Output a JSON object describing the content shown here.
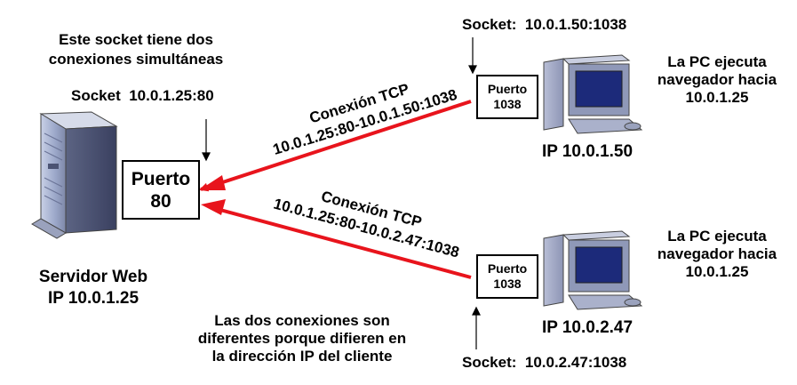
{
  "server": {
    "note_line1": "Este socket tiene dos",
    "note_line2": "conexiones simultáneas",
    "socket_label": "Socket",
    "socket_value": "10.0.1.25:80",
    "port_label": "Puerto",
    "port_value": "80",
    "name": "Servidor Web",
    "ip": "IP 10.0.1.25",
    "icon": "server-tower-icon"
  },
  "client1": {
    "socket_label": "Socket:",
    "socket_value": "10.0.1.50:1038",
    "port_label": "Puerto",
    "port_value": "1038",
    "ip": "IP 10.0.1.50",
    "note_line1": "La PC ejecuta",
    "note_line2": "navegador hacia",
    "note_line3": "10.0.1.25",
    "icon": "desktop-pc-icon"
  },
  "client2": {
    "socket_label": "Socket:",
    "socket_value": "10.0.2.47:1038",
    "port_label": "Puerto",
    "port_value": "1038",
    "ip": "IP 10.0.2.47",
    "note_line1": "La PC ejecuta",
    "note_line2": "navegador hacia",
    "note_line3": "10.0.1.25",
    "icon": "desktop-pc-icon"
  },
  "connection1": {
    "title": "Conexión TCP",
    "tuple": "10.0.1.25:80-10.0.1.50:1038"
  },
  "connection2": {
    "title": "Conexión TCP",
    "tuple": "10.0.1.25:80-10.0.2.47:1038"
  },
  "footer_note": {
    "line1": "Las dos conexiones son",
    "line2": "diferentes porque difieren en",
    "line3": "la dirección IP del cliente"
  },
  "colors": {
    "arrow": "#e8141c",
    "text": "#000000",
    "box_border": "#000000"
  }
}
